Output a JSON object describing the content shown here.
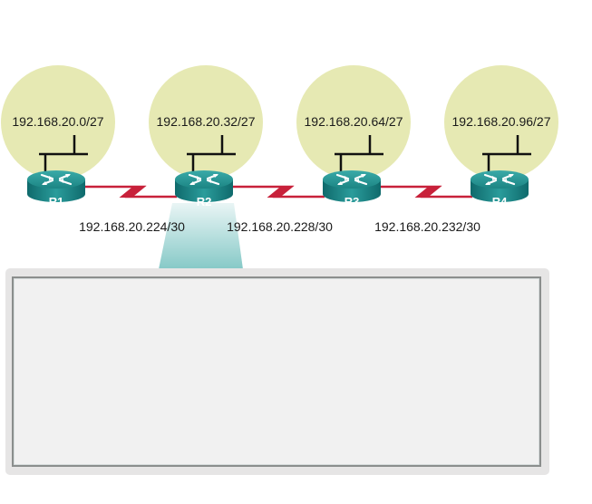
{
  "diagram": {
    "routers": [
      {
        "name": "R1",
        "lan": "192.168.20.0/27"
      },
      {
        "name": "R2",
        "lan": "192.168.20.32/27"
      },
      {
        "name": "R3",
        "lan": "192.168.20.64/27"
      },
      {
        "name": "R4",
        "lan": "192.168.20.96/27"
      }
    ],
    "links": [
      {
        "from": "R1",
        "to": "R2",
        "subnet": "192.168.20.224/30"
      },
      {
        "from": "R2",
        "to": "R3",
        "subnet": "192.168.20.228/30"
      },
      {
        "from": "R3",
        "to": "R4",
        "subnet": "192.168.20.232/30"
      }
    ],
    "highlighted_router": "R2",
    "colors": {
      "lan_circle": "#e6e9b3",
      "serial_link": "#c8213a",
      "router_teal": "#1f8a8a",
      "spotlight": "#a8d8d6",
      "panel_bg": "#e6e5e5",
      "panel_inner": "#f1f1f1"
    }
  },
  "info_panel": {}
}
